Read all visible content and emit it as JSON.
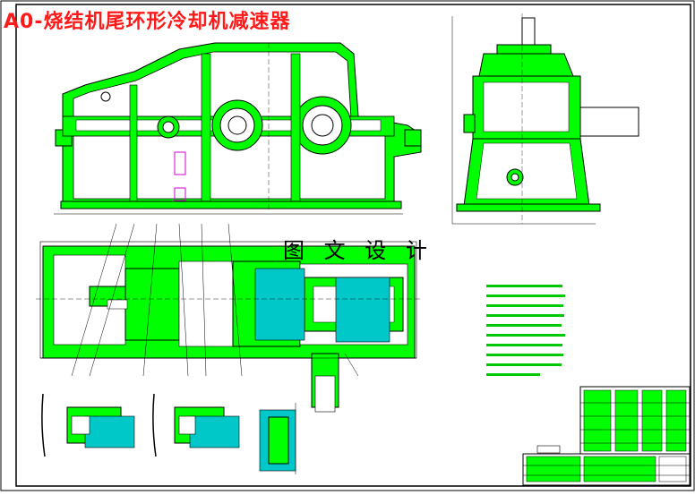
{
  "drawing": {
    "title": "A0-烧结机尾环形冷却机减速器",
    "watermark": "图 文 设 计",
    "colors": {
      "part": "#00ff00",
      "line": "#000000",
      "accent_fill": "#00c8c8",
      "title": "#ff1a1a",
      "background": "#ffffff"
    },
    "views": [
      "front-view",
      "side-view",
      "top-section-view",
      "detail-view-a",
      "detail-view-b",
      "detail-view-c",
      "technical-requirements",
      "parts-list",
      "title-block"
    ]
  }
}
